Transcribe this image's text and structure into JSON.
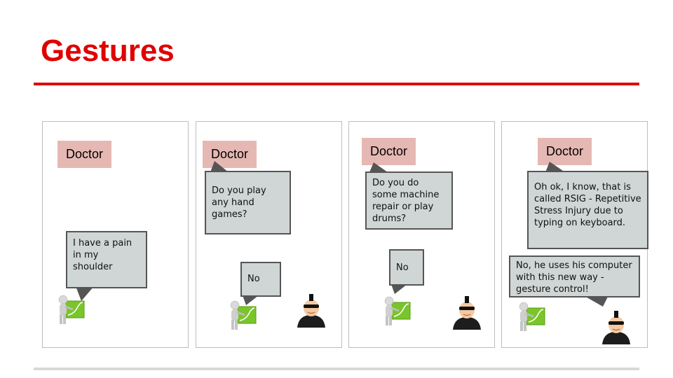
{
  "title": "Gestures",
  "panels": [
    {
      "doctor": "Doctor",
      "lines": [
        "I have a pain in my shoulder"
      ]
    },
    {
      "doctor": "Doctor",
      "lines": [
        "Do you play any hand games?",
        "No"
      ]
    },
    {
      "doctor": "Doctor",
      "lines": [
        "Do you do some machine repair or play drums?",
        "No"
      ]
    },
    {
      "doctor": "Doctor",
      "lines": [
        "Oh ok, I know, that is called RSIG - Repetitive Stress Injury due to typing on keyboard.",
        "No, he uses his computer with this new way - gesture control!"
      ]
    }
  ],
  "colors": {
    "accent": "#e00000",
    "label_bg": "#e6b8b3",
    "bubble_bg": "#d0d5d5"
  }
}
